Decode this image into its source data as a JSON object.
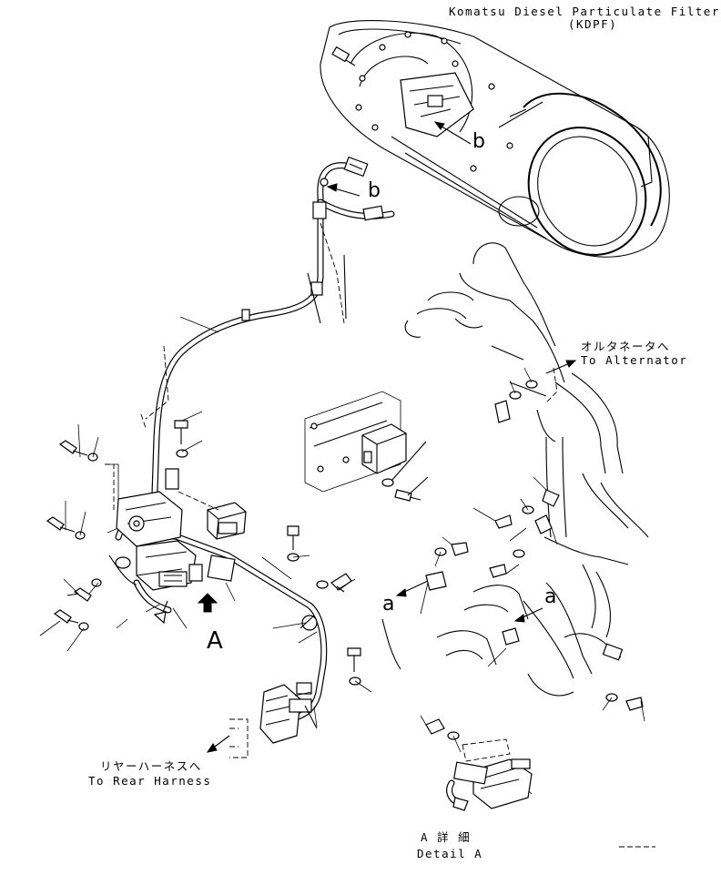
{
  "labels": {
    "kdpf_title": "Komatsu Diesel Particulate Filter",
    "kdpf_abbr": "(KDPF)",
    "to_alternator_jp": "オルタネータへ",
    "to_alternator_en": "To Alternator",
    "to_rear_harness_jp": "リヤーハーネスへ",
    "to_rear_harness_en": "To Rear Harness",
    "detail_jp": "A 詳 細",
    "detail_en": "Detail A",
    "view_a": "A",
    "ref_b_upper": "b",
    "ref_b_lower": "b",
    "ref_a_left": "a",
    "ref_a_right": "a"
  },
  "icons": {
    "view_arrow": "bold-up-arrow-icon",
    "leader_arrow": "leader-arrow-icon"
  },
  "colors": {
    "ink": "#000000",
    "paper": "#ffffff"
  }
}
